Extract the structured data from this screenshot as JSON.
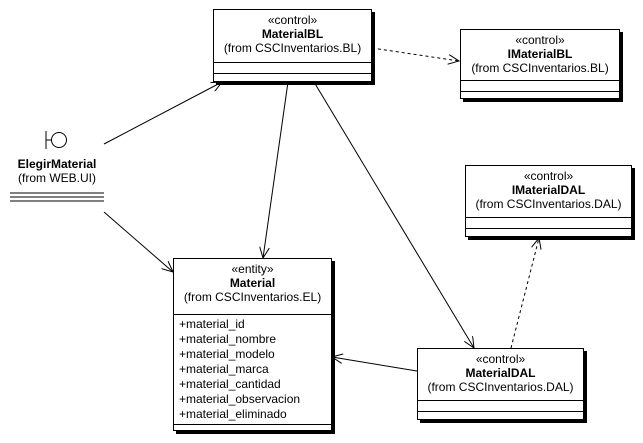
{
  "classes": {
    "material_bl": {
      "stereotype": "«control»",
      "name": "MaterialBL",
      "from": "(from CSCInventarios.BL)"
    },
    "imaterial_bl": {
      "stereotype": "«control»",
      "name": "IMaterialBL",
      "from": "(from CSCInventarios.BL)"
    },
    "imaterial_dal": {
      "stereotype": "«control»",
      "name": "IMaterialDAL",
      "from": "(from CSCInventarios.DAL)"
    },
    "material": {
      "stereotype": "«entity»",
      "name": "Material",
      "from": "(from CSCInventarios.EL)",
      "attributes": [
        "+material_id",
        "+material_nombre",
        "+material_modelo",
        "+material_marca",
        "+material_cantidad",
        "+material_observacion",
        "+material_eliminado"
      ]
    },
    "material_dal": {
      "stereotype": "«control»",
      "name": "MaterialDAL",
      "from": "(from CSCInventarios.DAL)"
    }
  },
  "boundary": {
    "name": "ElegirMaterial",
    "from": "(from WEB.UI)"
  }
}
